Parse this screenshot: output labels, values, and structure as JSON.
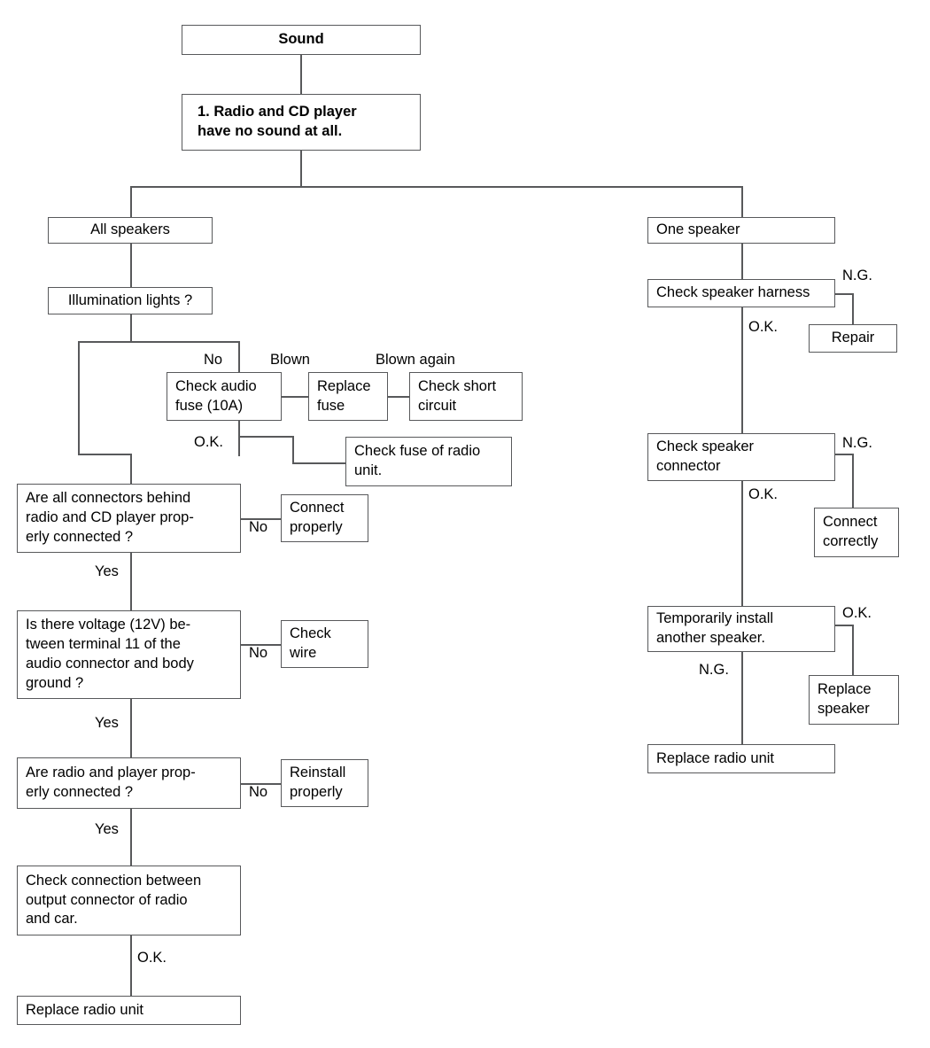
{
  "diagram": {
    "title": "Sound",
    "subtitle": "1. Radio and CD player\nhave no sound at all.",
    "stroke_color": "#58595b",
    "background_color": "#ffffff",
    "text_color": "#000000"
  },
  "nodes": {
    "root": "Sound",
    "symptom": "1. Radio and CD player\nhave no sound at all.",
    "all_speakers": "All speakers",
    "illumination": "Illumination lights ?",
    "check_audio_fuse": "Check audio\nfuse (10A)",
    "replace_fuse": "Replace\nfuse",
    "check_short_circuit": "Check short\ncircuit",
    "check_fuse_radio": "Check fuse of radio\nunit.",
    "connectors_question": "Are all connectors behind\nradio and CD player prop-\nerly connected ?",
    "connect_properly": "Connect\nproperly",
    "voltage_question": "Is there voltage (12V) be-\ntween terminal 11 of the\naudio connector and body\nground ?",
    "check_wire": "Check\nwire",
    "radio_player_question": "Are radio and player prop-\nerly connected ?",
    "reinstall_properly": "Reinstall\nproperly",
    "check_output_connection": "Check connection between\noutput connector of radio\nand car.",
    "replace_radio_unit_left": "Replace radio unit",
    "one_speaker": "One speaker",
    "check_speaker_harness": "Check speaker harness",
    "repair": "Repair",
    "check_speaker_connector": "Check speaker\nconnector",
    "connect_correctly": "Connect\ncorrectly",
    "temporarily_install": "Temporarily install\nanother speaker.",
    "replace_speaker": "Replace\nspeaker",
    "replace_radio_unit_right": "Replace radio unit"
  },
  "edge_labels": {
    "illumination_no": "No",
    "fuse_blown": "Blown",
    "fuse_blown_again": "Blown again",
    "fuse_ok": "O.K.",
    "connectors_no": "No",
    "connectors_yes": "Yes",
    "voltage_no": "No",
    "voltage_yes": "Yes",
    "radio_player_no": "No",
    "radio_player_yes": "Yes",
    "output_ok": "O.K.",
    "harness_ng": "N.G.",
    "harness_ok": "O.K.",
    "speaker_connector_ng": "N.G.",
    "speaker_connector_ok": "O.K.",
    "temp_install_ok": "O.K.",
    "temp_install_ng": "N.G."
  }
}
